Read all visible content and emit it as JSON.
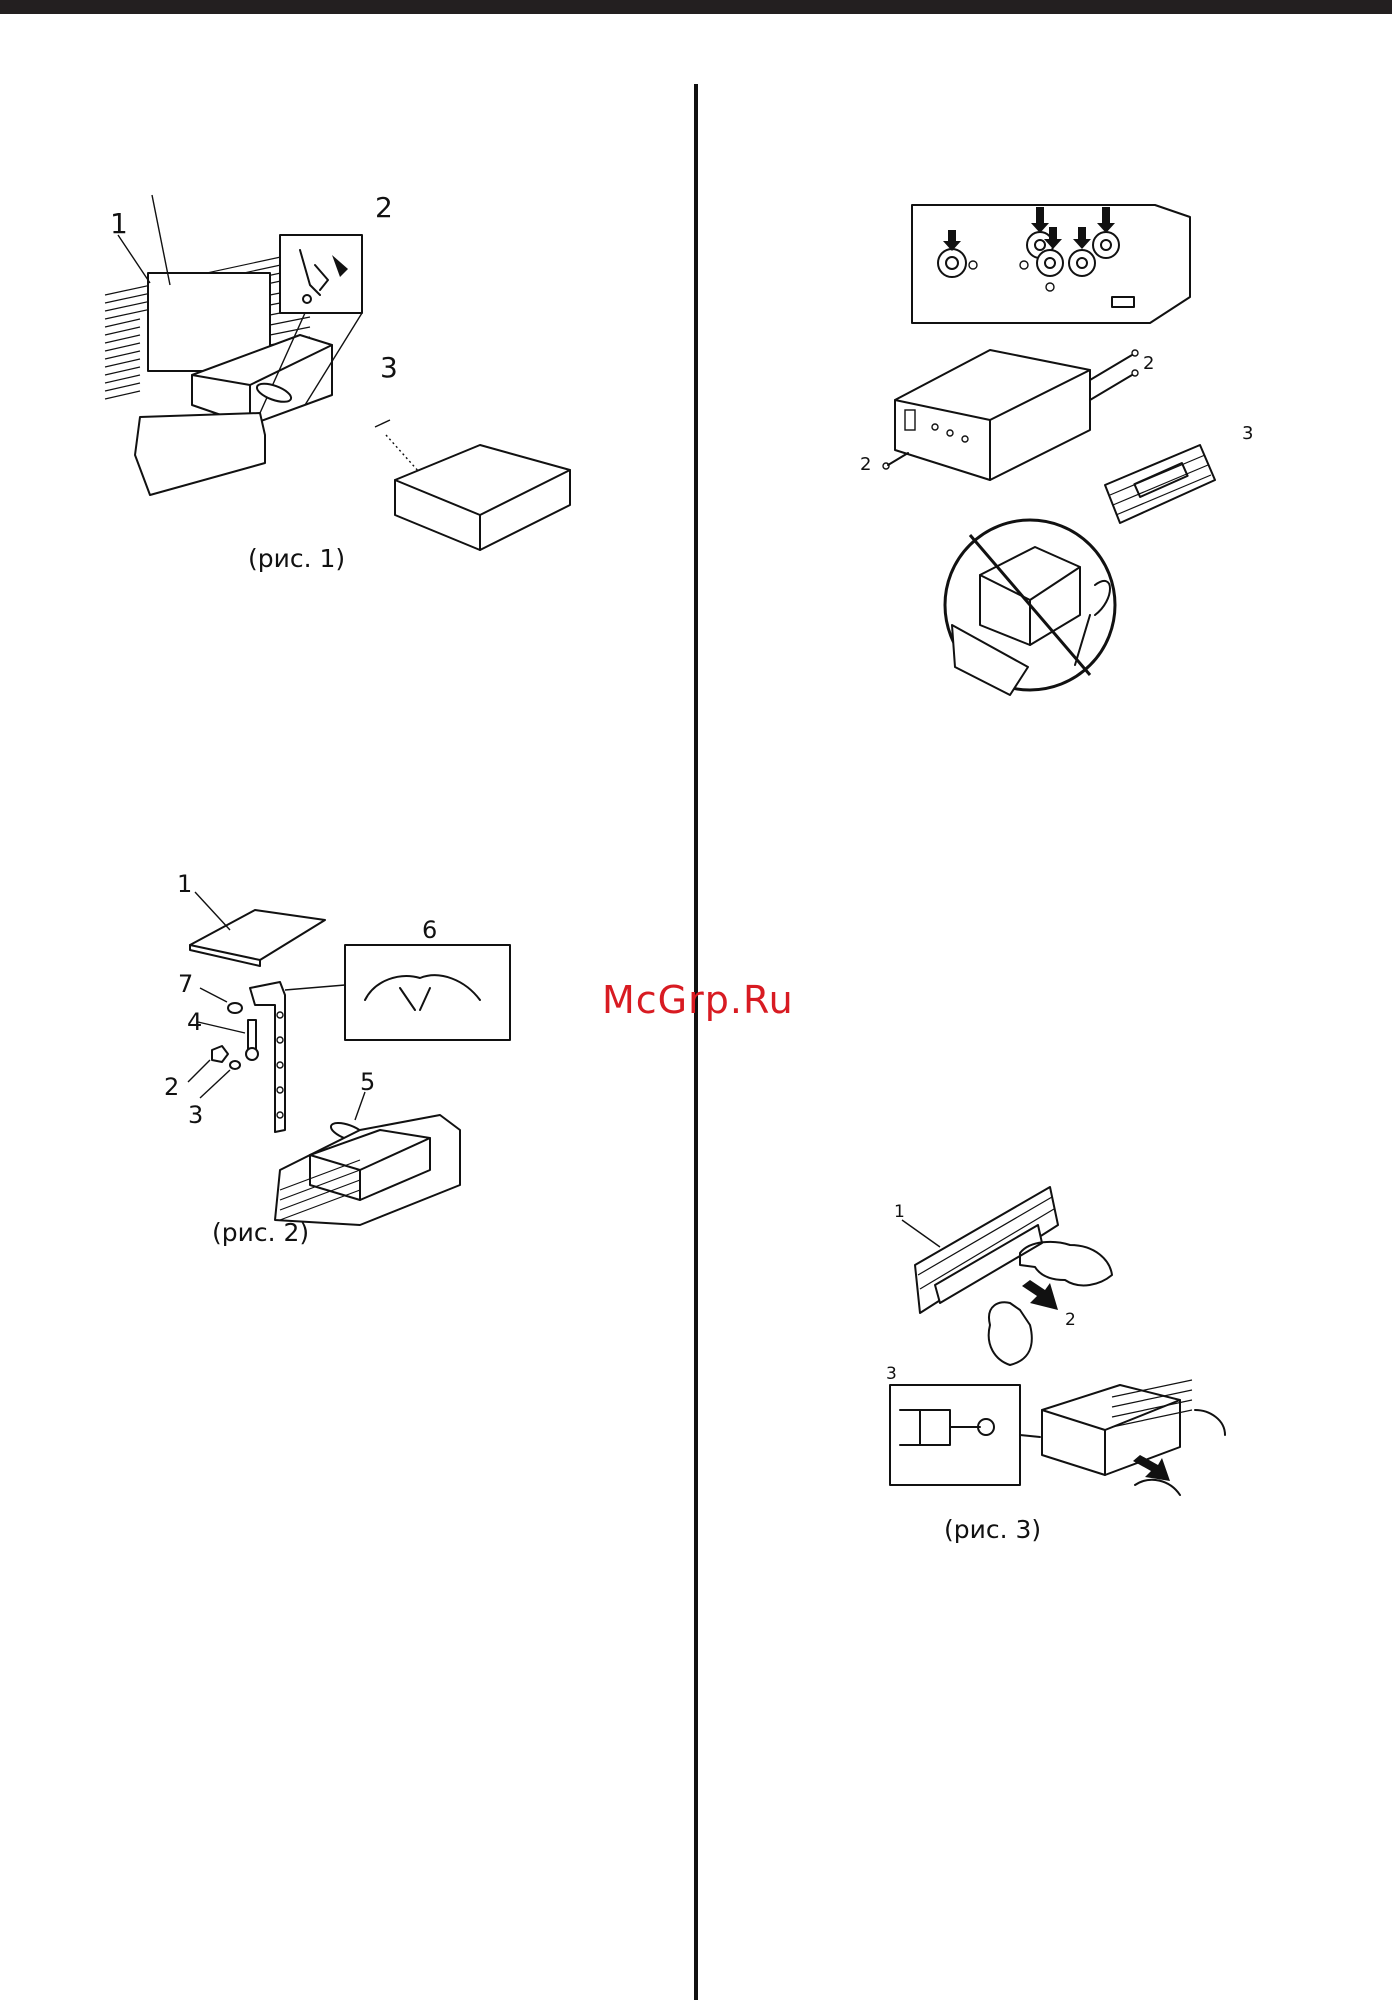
{
  "watermark": "McGrp.Ru",
  "figure1": {
    "caption": "(рис. 1)",
    "callouts": [
      "1",
      "2",
      "3"
    ]
  },
  "figure2": {
    "caption": "(рис. 2)",
    "callouts": [
      "1",
      "6",
      "7",
      "4",
      "2",
      "3",
      "5"
    ]
  },
  "figure_rca": {
    "callouts": [
      "2",
      "2",
      "3"
    ]
  },
  "figure3": {
    "caption": "(рис. 3)",
    "callouts": [
      "1",
      "2",
      "3"
    ]
  },
  "colors": {
    "top_bar": "#231f20",
    "watermark": "#d81b22",
    "ink": "#111111"
  }
}
